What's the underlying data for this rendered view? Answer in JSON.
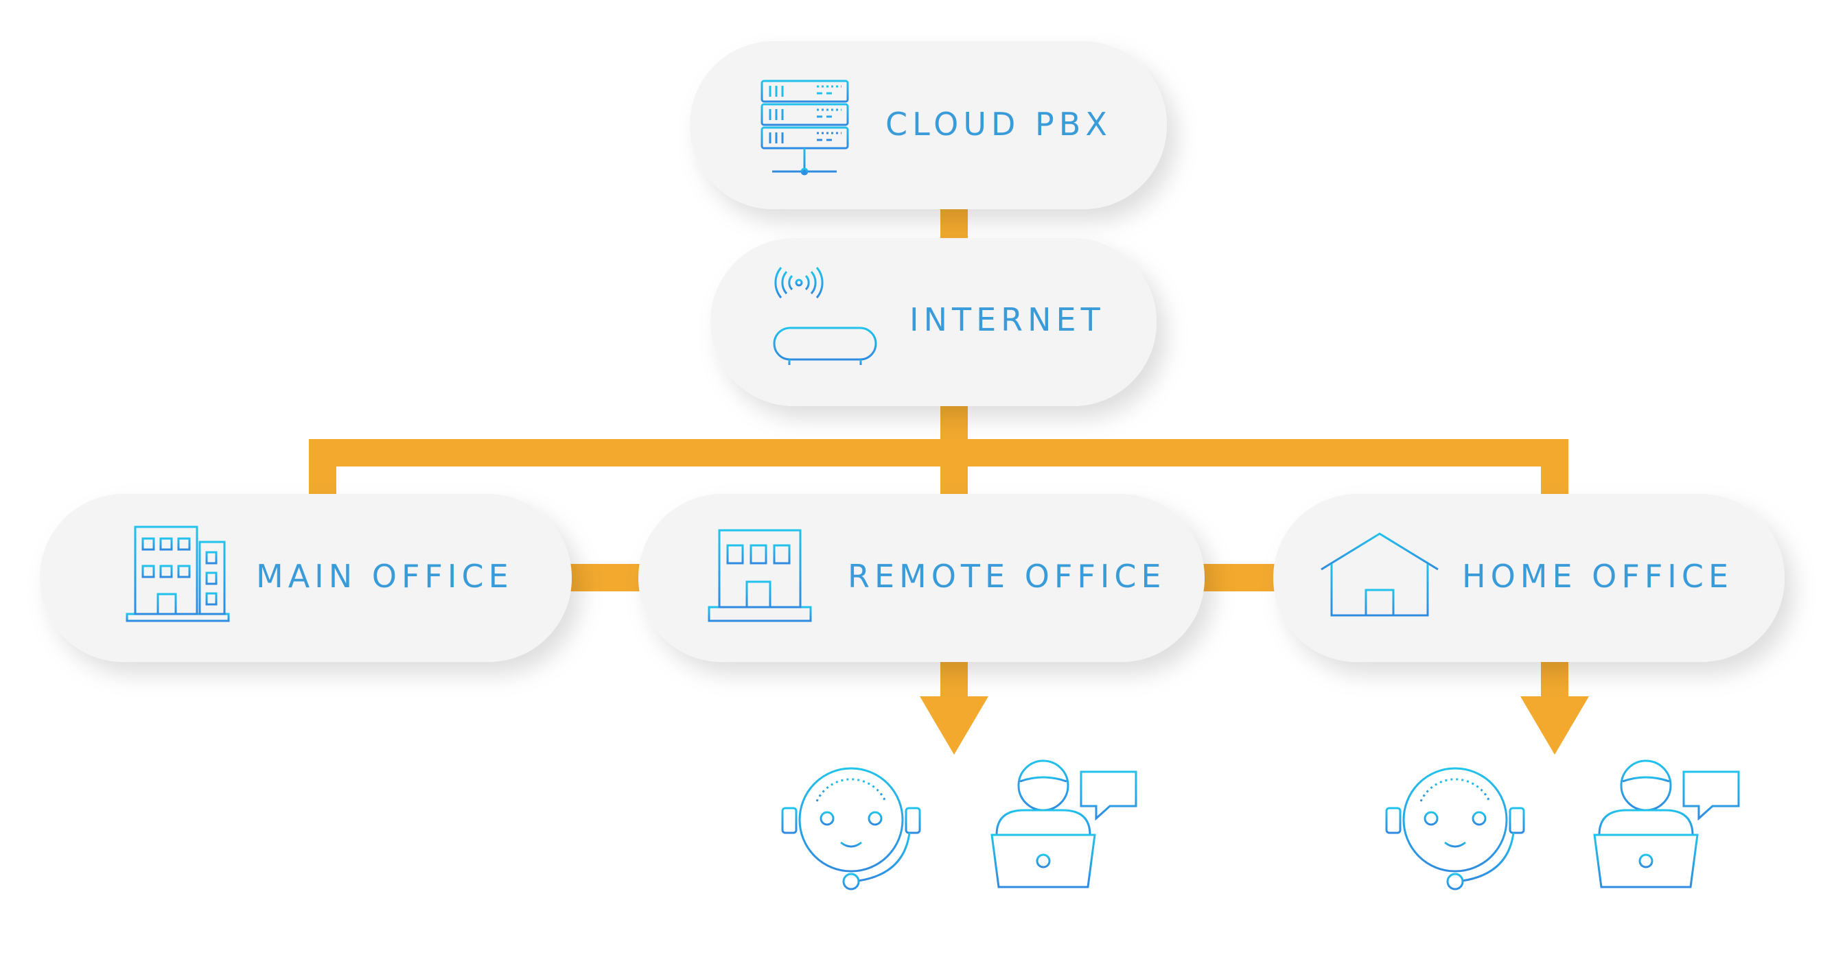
{
  "colors": {
    "connector": "#F2A92E",
    "node_fill": "#F4F4F5",
    "label": "#3A9BD9",
    "icon_light": "#21C2EC",
    "icon_dark": "#2F8BE0",
    "background": "#FFFFFF"
  },
  "nodes": {
    "cloud_pbx": {
      "label": "CLOUD PBX",
      "icon": "server-rack-icon"
    },
    "internet": {
      "label": "INTERNET",
      "icon": "router-icon"
    },
    "main_office": {
      "label": "MAIN OFFICE",
      "icon": "office-building-icon"
    },
    "remote_office": {
      "label": "REMOTE OFFICE",
      "icon": "storefront-icon"
    },
    "home_office": {
      "label": "HOME OFFICE",
      "icon": "house-icon"
    }
  },
  "endpoints": [
    {
      "icon": "headset-agent-icon"
    },
    {
      "icon": "laptop-user-chat-icon"
    },
    {
      "icon": "headset-agent-icon"
    },
    {
      "icon": "laptop-user-chat-icon"
    }
  ]
}
